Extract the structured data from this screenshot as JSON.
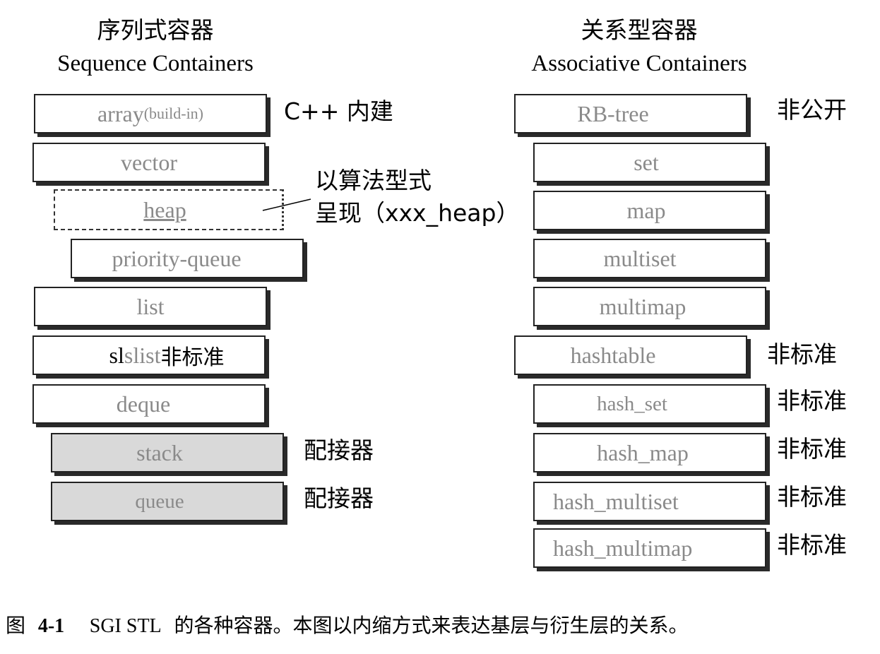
{
  "sequence": {
    "title_cn": "序列式容器",
    "title_en": "Sequence Containers",
    "items": {
      "array": "array",
      "array_sub": "(build-in)",
      "vector": "vector",
      "heap": "heap",
      "priority_queue": "priority-queue",
      "list": "list",
      "slist_prefix": "sl",
      "slist": "slist",
      "slist_note": "非标准",
      "deque": "deque",
      "stack": "stack",
      "queue": "queue"
    },
    "notes": {
      "builtin": "C++  内建",
      "algo_line1": "以算法型式",
      "algo_line2": "呈现（xxx_heap）",
      "adapter_stack": "配接器",
      "adapter_queue": "配接器"
    }
  },
  "associative": {
    "title_cn": "关系型容器",
    "title_en": "Associative Containers",
    "items": {
      "rbtree": "RB-tree",
      "set": "set",
      "map": "map",
      "multiset": "multiset",
      "multimap": "multimap",
      "hashtable": "hashtable",
      "hash_set": "hash_set",
      "hash_map": "hash_map",
      "hash_multiset": "hash_multiset",
      "hash_multimap": "hash_multimap"
    },
    "notes": {
      "rbtree": "非公开",
      "hashtable": "非标准",
      "hash_set": "非标准",
      "hash_map": "非标准",
      "hash_multiset": "非标准",
      "hash_multimap": "非标准"
    }
  },
  "caption": {
    "label": "图",
    "number": "4-1",
    "stl": "SGI STL",
    "text": "的各种容器。本图以内缩方式来表达基层与衍生层的关系。"
  }
}
